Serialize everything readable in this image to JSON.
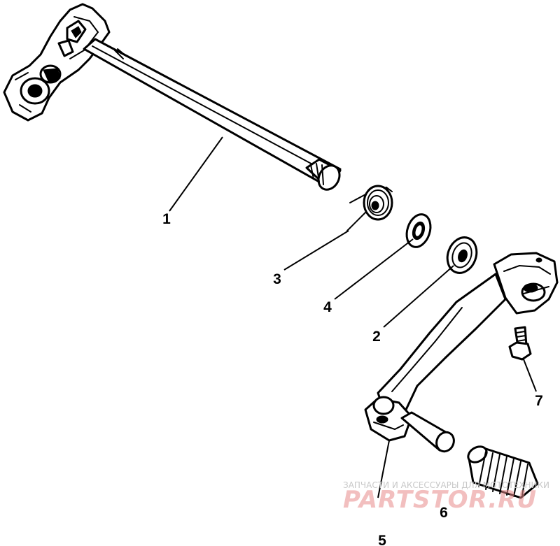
{
  "callouts": [
    {
      "id": "1",
      "label": "1"
    },
    {
      "id": "2",
      "label": "2"
    },
    {
      "id": "3",
      "label": "3"
    },
    {
      "id": "4",
      "label": "4"
    },
    {
      "id": "5",
      "label": "5"
    },
    {
      "id": "6",
      "label": "6"
    },
    {
      "id": "7",
      "label": "7"
    }
  ],
  "watermark": {
    "line1": "ЗАПЧАСТИ И АКСЕССУАРЫ ДЛЯ МОТОТЕХНИКИ",
    "line2": "PARTSTOR.RU"
  },
  "colors": {
    "ink": "#000000",
    "watermark_red": "#e78a8a",
    "watermark_gray": "#c8c8c8"
  }
}
